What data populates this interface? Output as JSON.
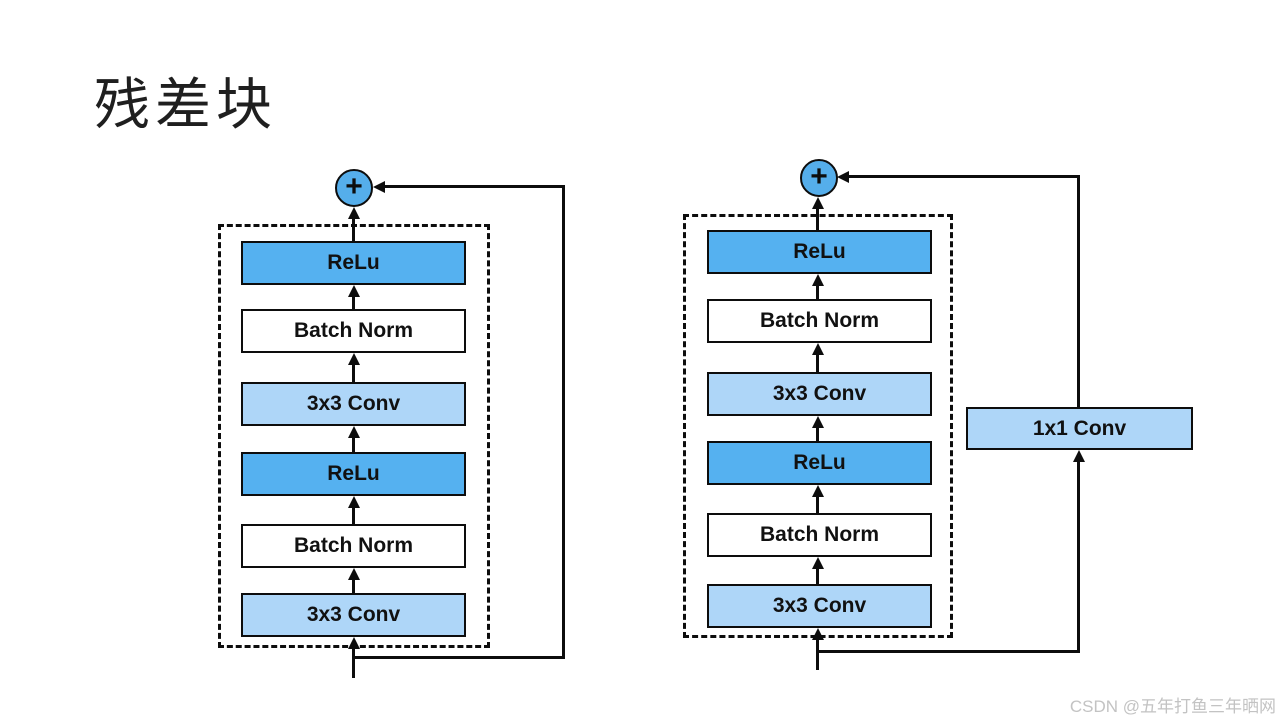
{
  "title": "残差块",
  "watermark": "CSDN @五年打鱼三年晒网",
  "colors": {
    "relu_fill": "#55b1f0",
    "conv_fill": "#aed6f8",
    "batchnorm_fill": "#ffffff",
    "node_fill": "#55aeeb",
    "line_color": "#0d0d0d",
    "text_color": "#111111",
    "watermark_color": "#c3c3c3"
  },
  "left_diagram": {
    "plus_label": "+",
    "layers": [
      {
        "label": "ReLu",
        "type": "relu"
      },
      {
        "label": "Batch Norm",
        "type": "batchnorm"
      },
      {
        "label": "3x3 Conv",
        "type": "conv"
      },
      {
        "label": "ReLu",
        "type": "relu"
      },
      {
        "label": "Batch Norm",
        "type": "batchnorm"
      },
      {
        "label": "3x3 Conv",
        "type": "conv"
      }
    ]
  },
  "right_diagram": {
    "plus_label": "+",
    "shortcut_label": "1x1 Conv",
    "layers": [
      {
        "label": "ReLu",
        "type": "relu"
      },
      {
        "label": "Batch Norm",
        "type": "batchnorm"
      },
      {
        "label": "3x3 Conv",
        "type": "conv"
      },
      {
        "label": "ReLu",
        "type": "relu"
      },
      {
        "label": "Batch Norm",
        "type": "batchnorm"
      },
      {
        "label": "3x3 Conv",
        "type": "conv"
      }
    ]
  }
}
